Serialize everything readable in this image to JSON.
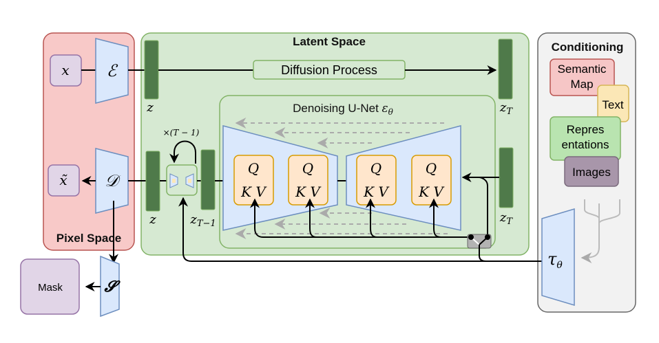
{
  "panels": {
    "pixel_space": {
      "label": "Pixel Space",
      "color": "#f8c9c8"
    },
    "latent_space": {
      "label": "Latent Space",
      "color": "#d6e9d2"
    },
    "conditioning": {
      "label": "Conditioning",
      "color": "#f2f2f2"
    },
    "unet": {
      "label": "Denoising U-Net ",
      "symbol": "ε",
      "subscript": "θ"
    }
  },
  "pixel": {
    "input": "x",
    "output": "x̃",
    "encoder": "ℰ",
    "decoder": "𝒟",
    "segmenter": "𝓢",
    "mask": "Mask"
  },
  "latent": {
    "z_top": "z",
    "z_bottom": "z",
    "zT_top_base": "z",
    "zT_top_sub": "T",
    "zT_bottom_base": "z",
    "zT_bottom_sub": "T",
    "zT1_base": "z",
    "zT1_sub": "T−1",
    "diffusion_process": "Diffusion Process",
    "repeat_label": "×(T − 1)"
  },
  "attention_blocks": [
    {
      "q": "Q",
      "kv": "K V"
    },
    {
      "q": "Q",
      "kv": "K V"
    },
    {
      "q": "Q",
      "kv": "K V"
    },
    {
      "q": "Q",
      "kv": "K V"
    }
  ],
  "conditioning_items": [
    {
      "line1": "Semantic",
      "line2": "Map",
      "color": "#f6c6c6"
    },
    {
      "line1": "Text",
      "line2": "",
      "color": "#fbe7b6"
    },
    {
      "line1": "Repres",
      "line2": "entations",
      "color": "#b9e4b0"
    },
    {
      "line1": "Images",
      "line2": "",
      "color": "#a896aa"
    }
  ],
  "tau": {
    "symbol": "τ",
    "subscript": "θ"
  }
}
